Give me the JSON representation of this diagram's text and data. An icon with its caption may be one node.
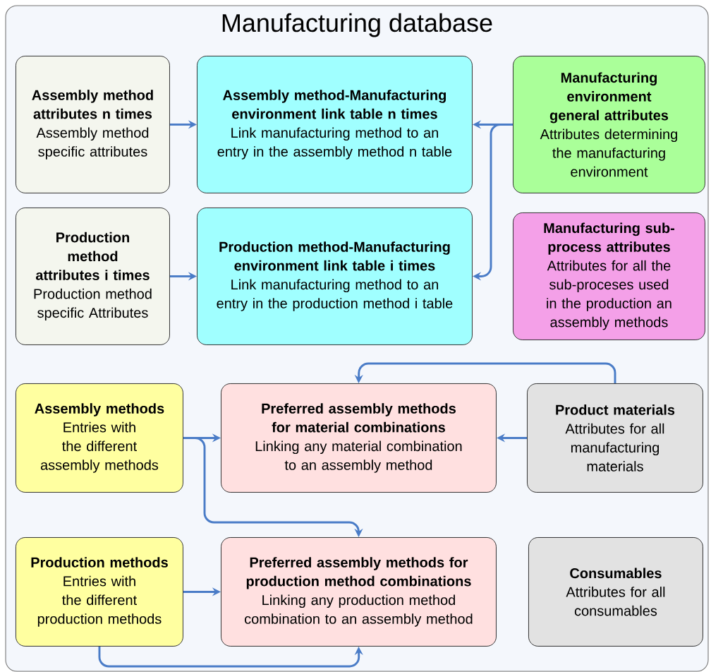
{
  "diagram": {
    "nodes": [
      {
        "text": [
          "Manufacturing database"
        ]
      },
      {
        "text": [
          "Assembly method attributes n times",
          "Assembly method specific attributes"
        ],
        "in": 0
      },
      {
        "text": [
          "Assembly method-Manufacturing environment link table n times",
          "Link manufacturing method to an entry in the assembly method n table"
        ],
        "in": 0
      },
      {
        "text": [
          "Manufacturing environment general attributes",
          "Attributes determining the manufacturing environment"
        ],
        "in": 0
      },
      {
        "text": [
          "Production method attributes i times",
          "Production method specific Attributes"
        ],
        "in": 0
      },
      {
        "text": [
          "Production method-Manufacturing environment link table i times",
          "Link manufacturing method to an entry in the production method i table"
        ],
        "in": 0
      },
      {
        "text": [
          "Manufacturing sub-process attributes",
          "Attributes for all the sub-proceses used in the production an assembly methods"
        ],
        "in": 0
      },
      {
        "text": [
          "Assembly methods",
          "Entries with the different assembly methods"
        ],
        "in": 0
      },
      {
        "text": [
          "Preferred assembly methods for material combinations",
          "Linking any material combination to an assembly method"
        ],
        "in": 0
      },
      {
        "text": [
          "Product materials",
          "Attributes for all manufacturing materials"
        ],
        "in": 0
      },
      {
        "text": [
          "Production methods",
          "Entries with the different production methods"
        ],
        "in": 0
      },
      {
        "text": [
          "Preferred assembly methods for production method combinations",
          "Linking any production method combination to an assembly method"
        ],
        "in": 0
      },
      {
        "text": [
          "Consumables",
          "Attributes for all consumables"
        ],
        "in": 0
      }
    ],
    "edges": [
      {
        "from": 1,
        "to": 2,
        "arrow": "to"
      },
      {
        "from": 3,
        "to": 2,
        "arrow": "to"
      },
      {
        "from": 3,
        "to": 5,
        "arrow": "to"
      },
      {
        "from": 4,
        "to": 5,
        "arrow": "to"
      },
      {
        "from": 9,
        "to": 8,
        "arrow": "to"
      },
      {
        "from": 7,
        "to": 8,
        "arrow": "to"
      },
      {
        "from": 9,
        "to": 8,
        "arrow": "to"
      },
      {
        "from": 7,
        "to": 11,
        "arrow": "to"
      },
      {
        "from": 10,
        "to": 11,
        "arrow": "to"
      },
      {
        "from": 10,
        "to": 11,
        "arrow": "to"
      }
    ]
  }
}
